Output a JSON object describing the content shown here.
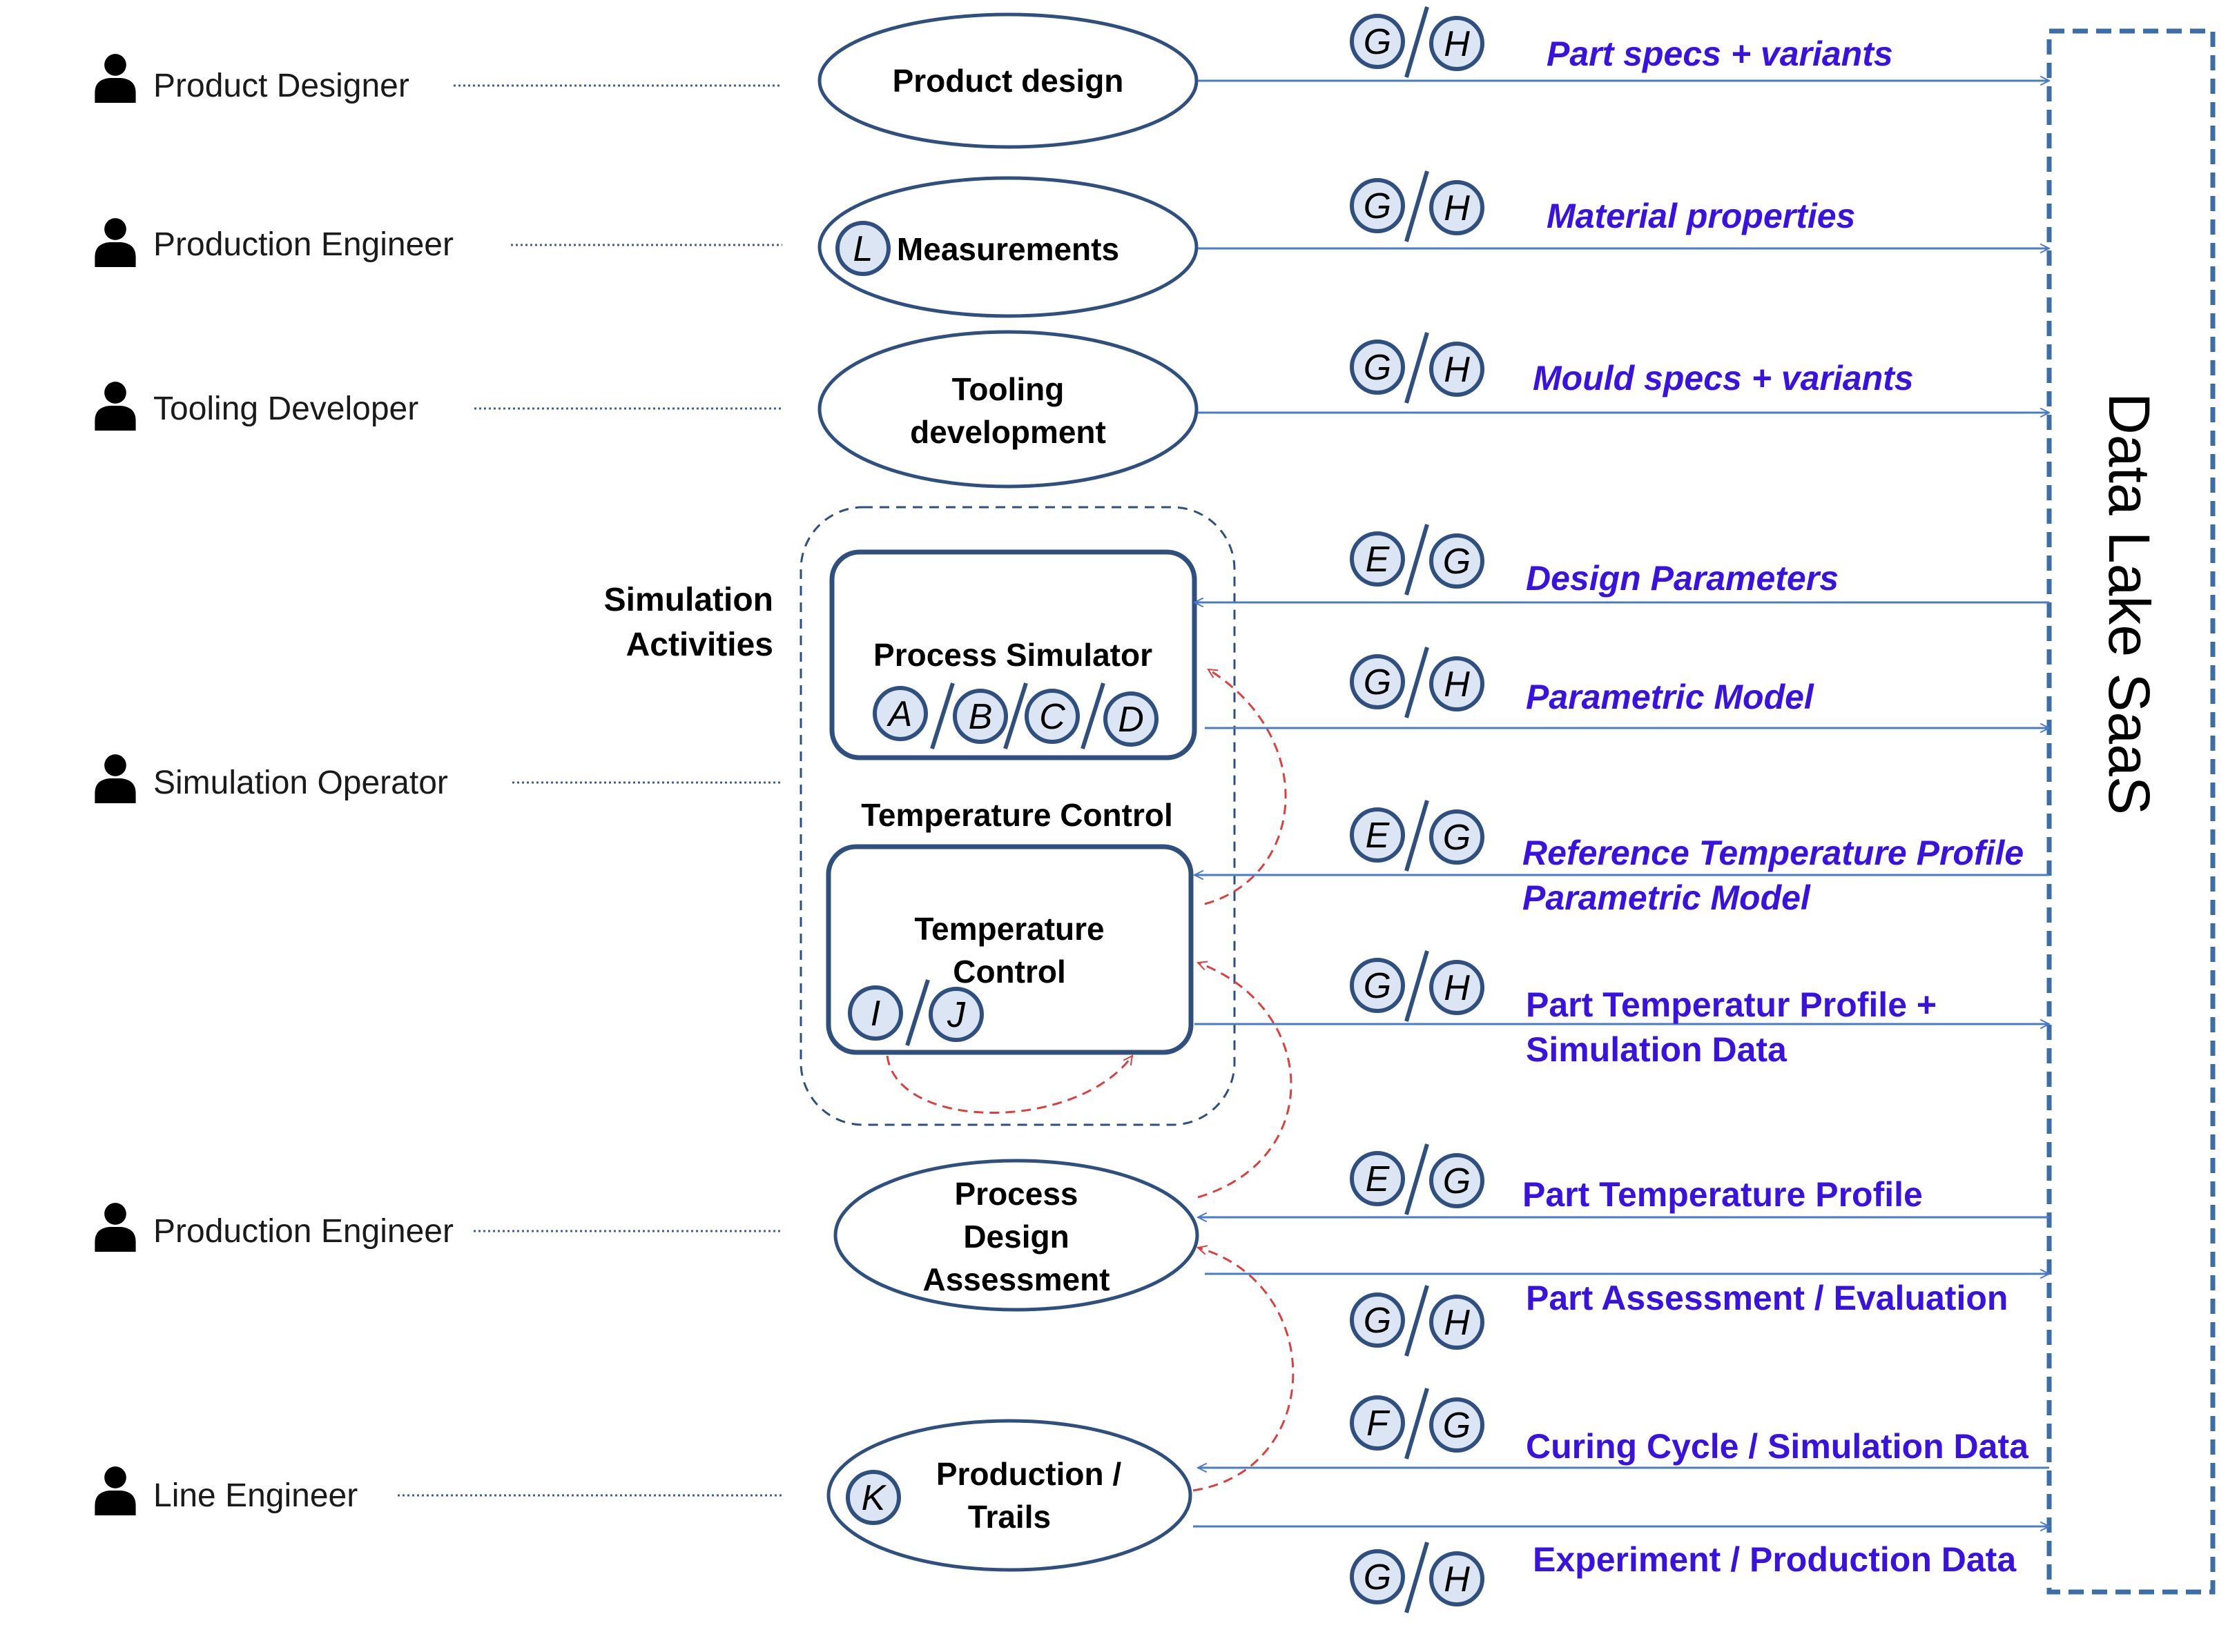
{
  "actors": [
    {
      "id": "product-designer",
      "label": "Product Designer"
    },
    {
      "id": "production-engineer-1",
      "label": "Production Engineer"
    },
    {
      "id": "tooling-developer",
      "label": "Tooling Developer"
    },
    {
      "id": "simulation-operator",
      "label": "Simulation Operator"
    },
    {
      "id": "production-engineer-2",
      "label": "Production Engineer"
    },
    {
      "id": "line-engineer",
      "label": "Line Engineer"
    }
  ],
  "nodes": {
    "product_design": {
      "line1": "Product design"
    },
    "measurements": {
      "line1": "Measurements",
      "badge": "L"
    },
    "tooling": {
      "line1": "Tooling",
      "line2": "development"
    },
    "simulation_group": {
      "line1": "Simulation",
      "line2": "Activities"
    },
    "process_simulator": {
      "line1": "Process Simulator",
      "badges": [
        "A",
        "B",
        "C",
        "D"
      ]
    },
    "temp_control_group": {
      "line1": "Temperature Control"
    },
    "temperature_control": {
      "line1": "Temperature",
      "line2": "Control",
      "badges": [
        "I",
        "J"
      ]
    },
    "process_design": {
      "line1": "Process",
      "line2": "Design",
      "line3": "Assessment"
    },
    "production_trails": {
      "line1": "Production /",
      "line2": "Trails",
      "badge": "K"
    }
  },
  "data_lake": {
    "label": "Data Lake SaaS"
  },
  "flows": [
    {
      "id": "part-specs",
      "label": "Part specs + variants",
      "badges": [
        "G",
        "H"
      ],
      "direction": "to-lake",
      "italic": true
    },
    {
      "id": "material-properties",
      "label": "Material properties",
      "badges": [
        "G",
        "H"
      ],
      "direction": "to-lake",
      "italic": true
    },
    {
      "id": "mould-specs",
      "label": "Mould specs + variants",
      "badges": [
        "G",
        "H"
      ],
      "direction": "to-lake",
      "italic": true
    },
    {
      "id": "design-parameters",
      "label": "Design Parameters",
      "badges": [
        "E",
        "G"
      ],
      "direction": "from-lake",
      "italic": true
    },
    {
      "id": "parametric-model",
      "label": "Parametric Model",
      "badges": [
        "G",
        "H"
      ],
      "direction": "to-lake",
      "italic": true
    },
    {
      "id": "ref-temp-profile",
      "label": "Reference Temperature Profile",
      "label2": "Parametric Model",
      "badges": [
        "E",
        "G"
      ],
      "direction": "from-lake",
      "italic": true
    },
    {
      "id": "part-temp-sim",
      "label": "Part Temperatur Profile +",
      "label2": "Simulation Data",
      "badges": [
        "G",
        "H"
      ],
      "direction": "to-lake",
      "italic": false
    },
    {
      "id": "part-temp-profile",
      "label": "Part Temperature Profile",
      "badges": [
        "E",
        "G"
      ],
      "direction": "from-lake",
      "italic": false
    },
    {
      "id": "part-assessment",
      "label": "Part Assessment / Evaluation",
      "badges": [
        "G",
        "H"
      ],
      "direction": "to-lake",
      "italic": false
    },
    {
      "id": "curing-cycle",
      "label": "Curing Cycle / Simulation Data",
      "badges": [
        "F",
        "G"
      ],
      "direction": "from-lake",
      "italic": false
    },
    {
      "id": "experiment-data",
      "label": "Experiment / Production Data",
      "badges": [
        "G",
        "H"
      ],
      "direction": "to-lake",
      "italic": false
    }
  ],
  "colors": {
    "node_stroke": "#2f4f7f",
    "badge_fill": "#dbe5f4",
    "arrow": "#4a7bc4",
    "flow_text": "#3a12e0",
    "feedback": "#d94040"
  }
}
